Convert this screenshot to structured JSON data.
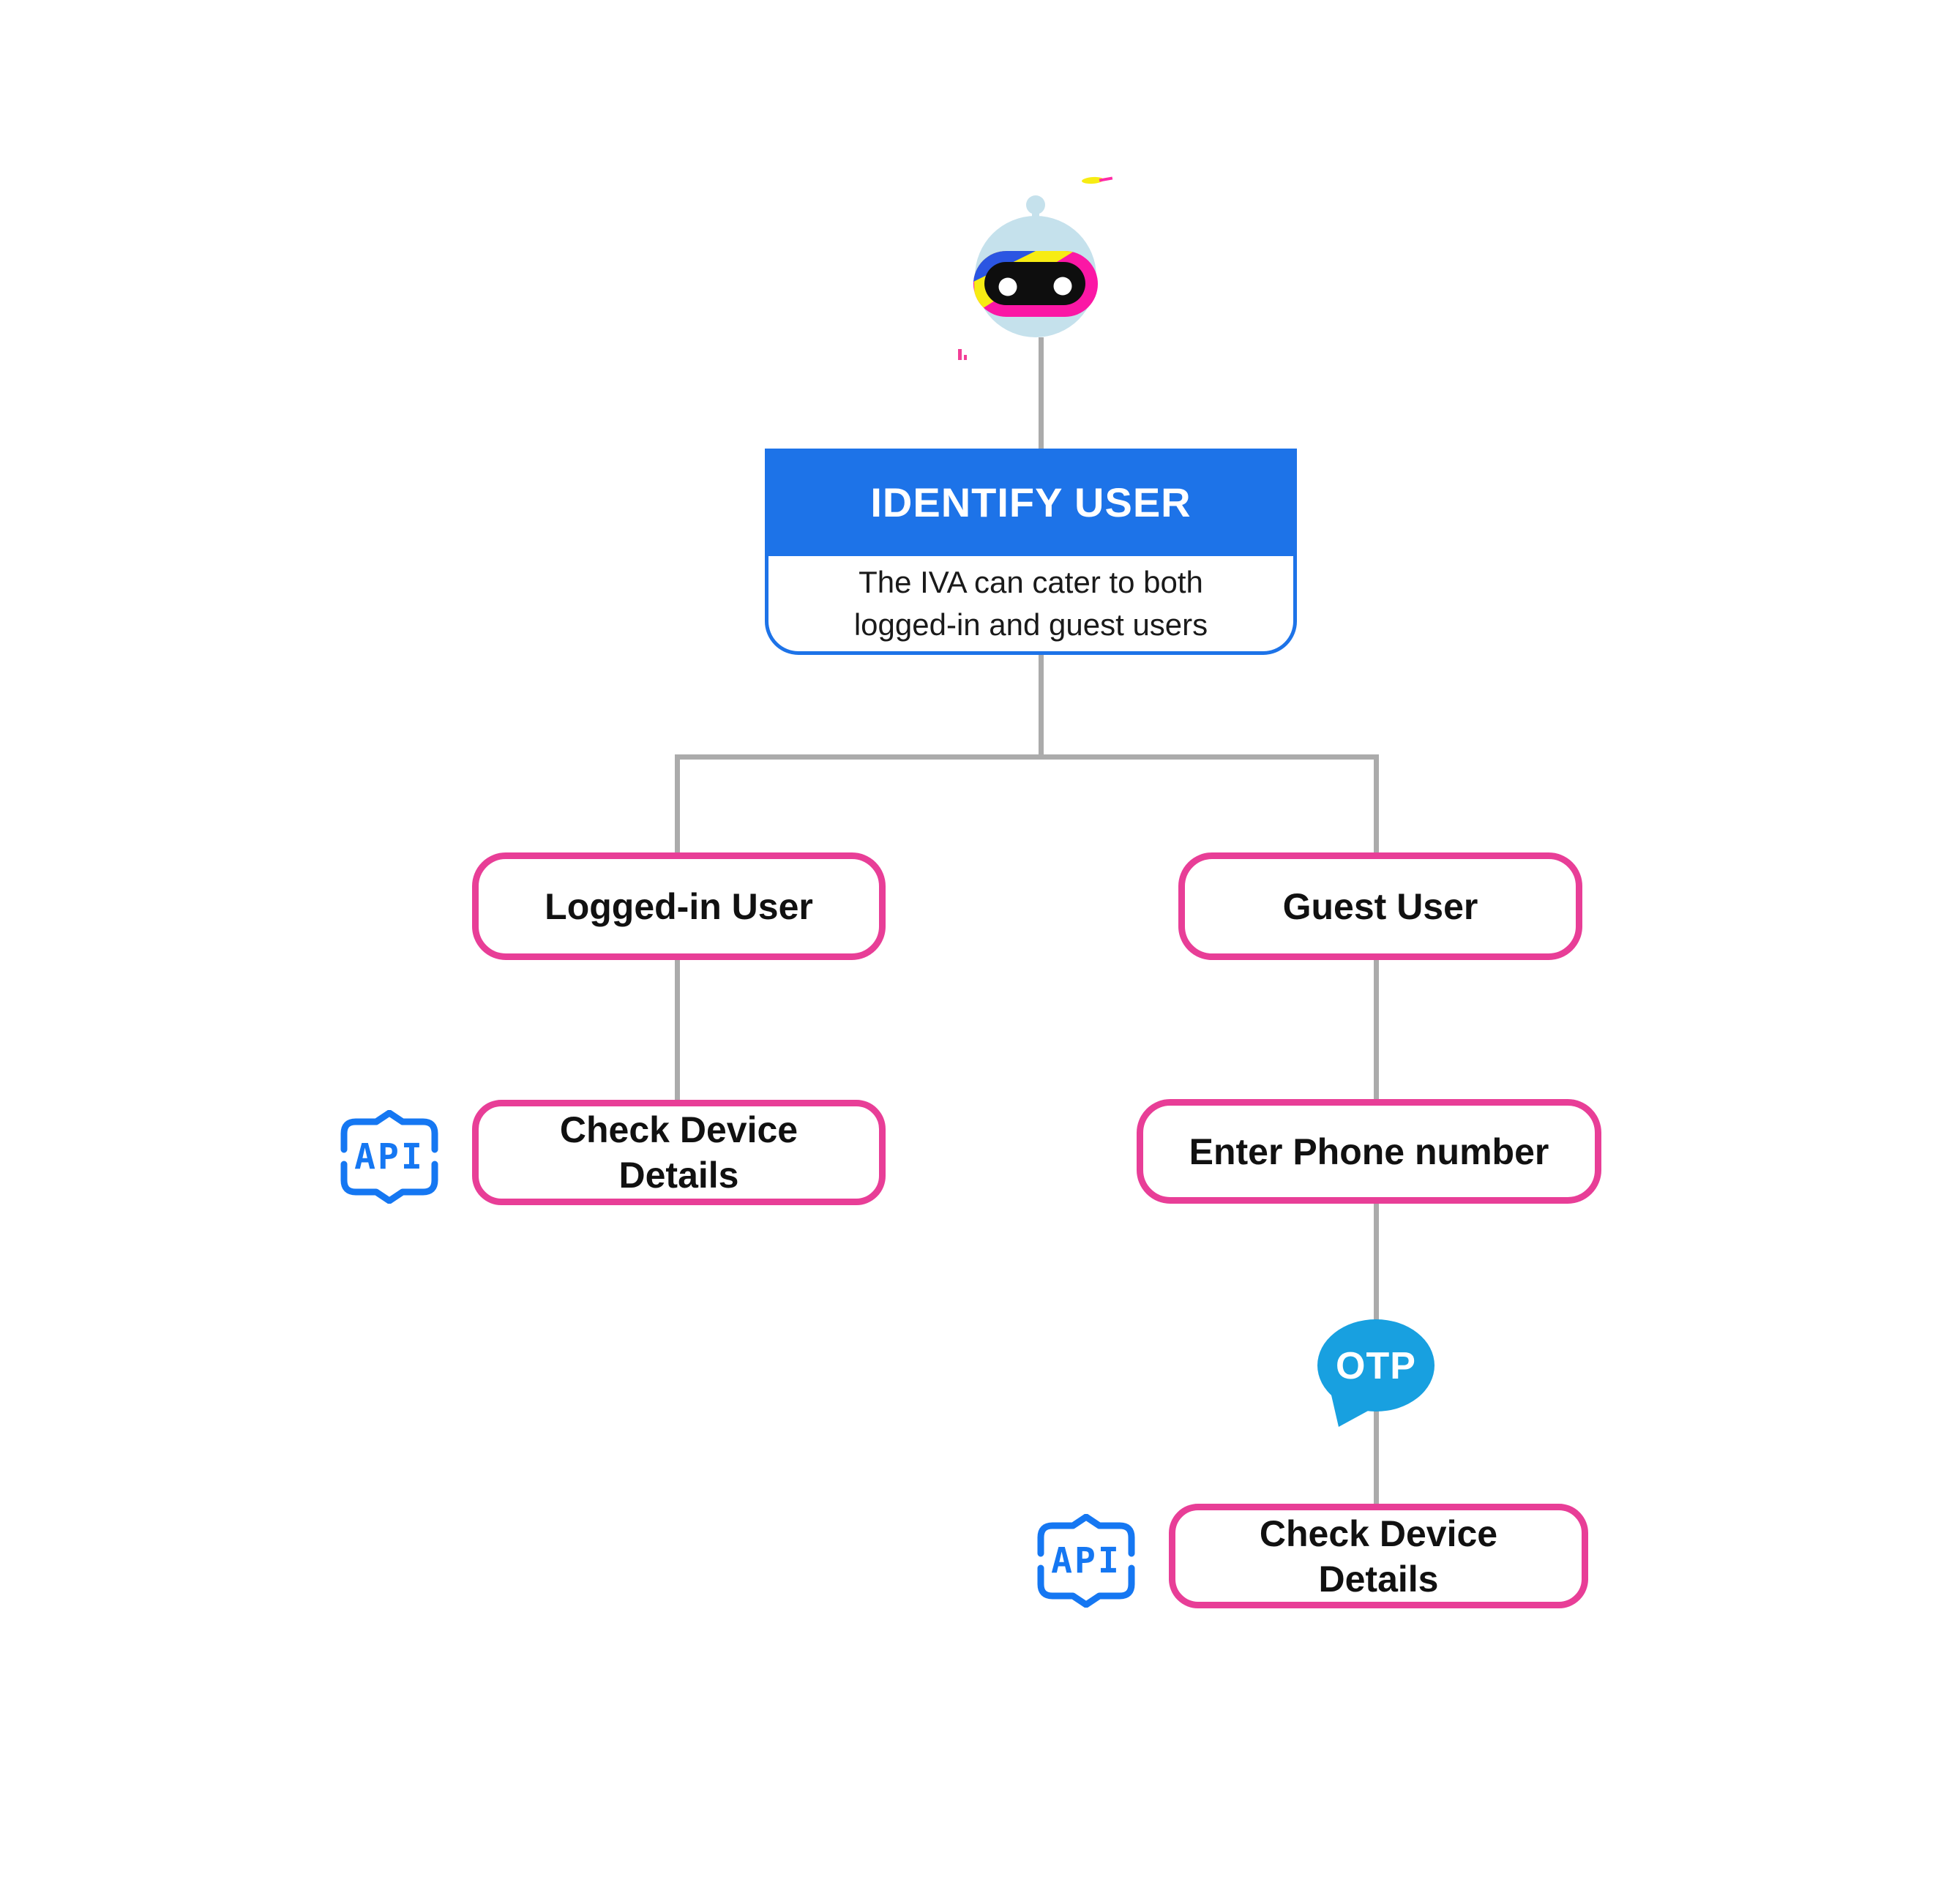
{
  "flow": {
    "identify": {
      "title": "IDENTIFY USER",
      "description": "The IVA can cater to both logged-in and guest users"
    },
    "logged_in": {
      "label": "Logged-in User"
    },
    "guest": {
      "label": "Guest User"
    },
    "check_device_left": {
      "label": "Check Device Details"
    },
    "enter_phone": {
      "label": "Enter Phone number"
    },
    "check_device_right": {
      "label": "Check Device Details"
    },
    "api": {
      "label": "API"
    },
    "otp": {
      "label": "OTP"
    }
  },
  "colors": {
    "header_blue": "#1D73E8",
    "node_border_pink": "#E83E97",
    "api_blue": "#1577F2",
    "otp_blue": "#18A0E0",
    "connector_gray": "#ABABAB",
    "robot_head": "#C5E1EC",
    "robot_ring_pink": "#FB17A5",
    "robot_ring_yellow": "#F7EC13",
    "robot_ring_blue": "#2B55E2"
  }
}
